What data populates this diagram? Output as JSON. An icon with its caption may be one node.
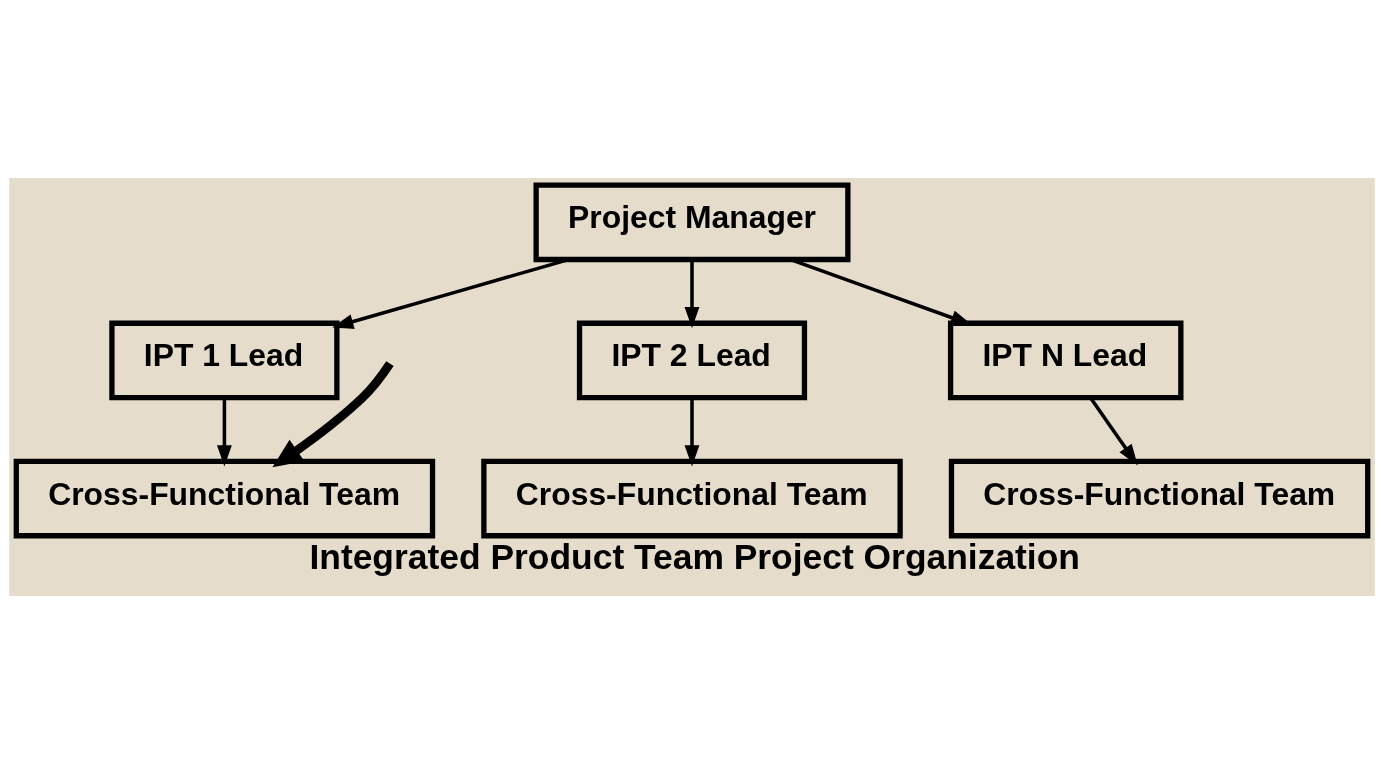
{
  "diagram": {
    "caption": "Integrated Product Team Project Organization",
    "nodes": [
      {
        "text": [
          "Project Manager"
        ]
      },
      {
        "text": [
          "IPT 1 Lead"
        ]
      },
      {
        "text": [
          "IPT 2 Lead"
        ]
      },
      {
        "text": [
          "IPT N Lead"
        ]
      },
      {
        "text": [
          "Cross-Functional Team"
        ]
      },
      {
        "text": [
          "Cross-Functional Team"
        ]
      },
      {
        "text": [
          "Cross-Functional Team"
        ]
      }
    ],
    "edges": [
      {
        "from": 0,
        "to": 1,
        "arrow": "to"
      },
      {
        "from": 0,
        "to": 2,
        "arrow": "to"
      },
      {
        "from": 0,
        "to": 3,
        "arrow": "to"
      },
      {
        "from": 1,
        "to": 4,
        "arrow": "to"
      },
      {
        "from": 2,
        "to": 5,
        "arrow": "to"
      },
      {
        "from": 3,
        "to": 6,
        "arrow": "to"
      },
      {
        "from": null,
        "to": 4,
        "arrow": "to",
        "style": "thick"
      }
    ]
  }
}
